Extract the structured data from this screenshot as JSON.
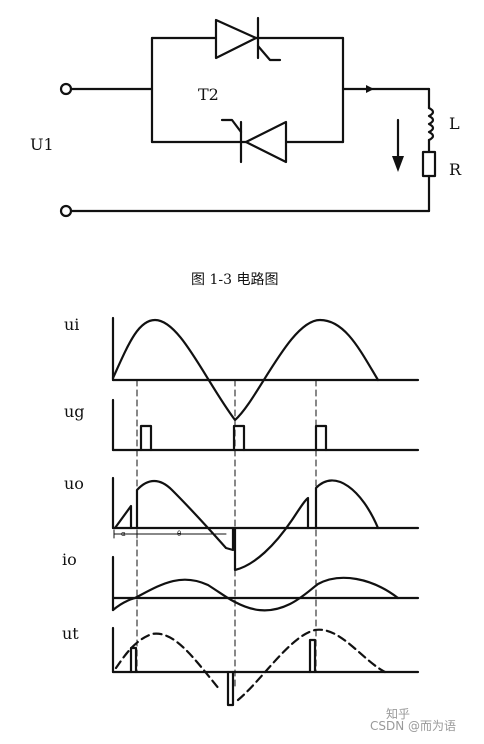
{
  "circuit": {
    "input_label": "U1",
    "thyristor_label": "T2",
    "inductor_label": "L",
    "resistor_label": "R"
  },
  "caption": "图 1-3 电路图",
  "waveforms": {
    "ui": "ui",
    "ug": "ug",
    "uo": "uo",
    "io": "io",
    "ut": "ut",
    "alpha": "α",
    "theta": "θ"
  },
  "watermark": "CSDN @而为语",
  "watermark_prefix": "知乎"
}
